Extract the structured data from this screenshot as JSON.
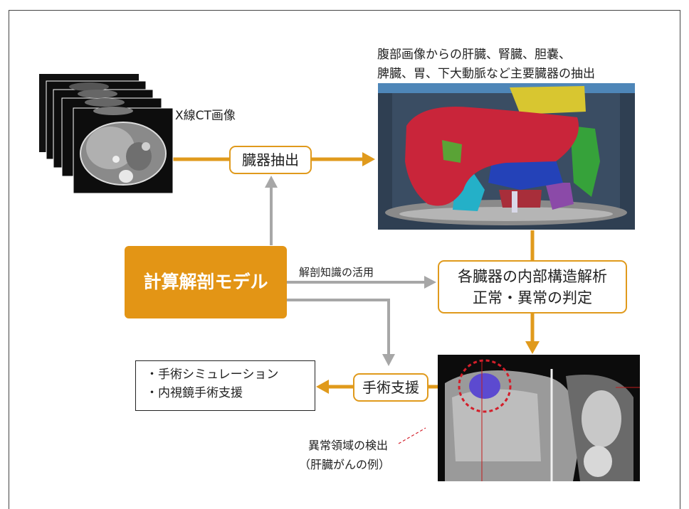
{
  "ct_image_label": "X線CT画像",
  "organ_extraction_label": "臓器抽出",
  "extraction_result_caption_line1": "腹部画像からの肝臓、腎臓、胆嚢、",
  "extraction_result_caption_line2": "脾臓、胃、下大動脈など主要臓器の抽出",
  "model_label": "計算解剖モデル",
  "anatomy_knowledge_label": "解剖知識の活用",
  "analysis_line1": "各臓器の内部構造解析",
  "analysis_line2": "正常・異常の判定",
  "surgery_support_label": "手術支援",
  "applications": [
    "・手術シミュレーション",
    "・内視鏡手術支援"
  ],
  "detection_line1": "異常領域の検出",
  "detection_line2": "（肝臓がんの例）",
  "colors": {
    "accent": "#e39515",
    "arrow_orange": "#e09a1c",
    "arrow_gray": "#a7a7a7"
  }
}
